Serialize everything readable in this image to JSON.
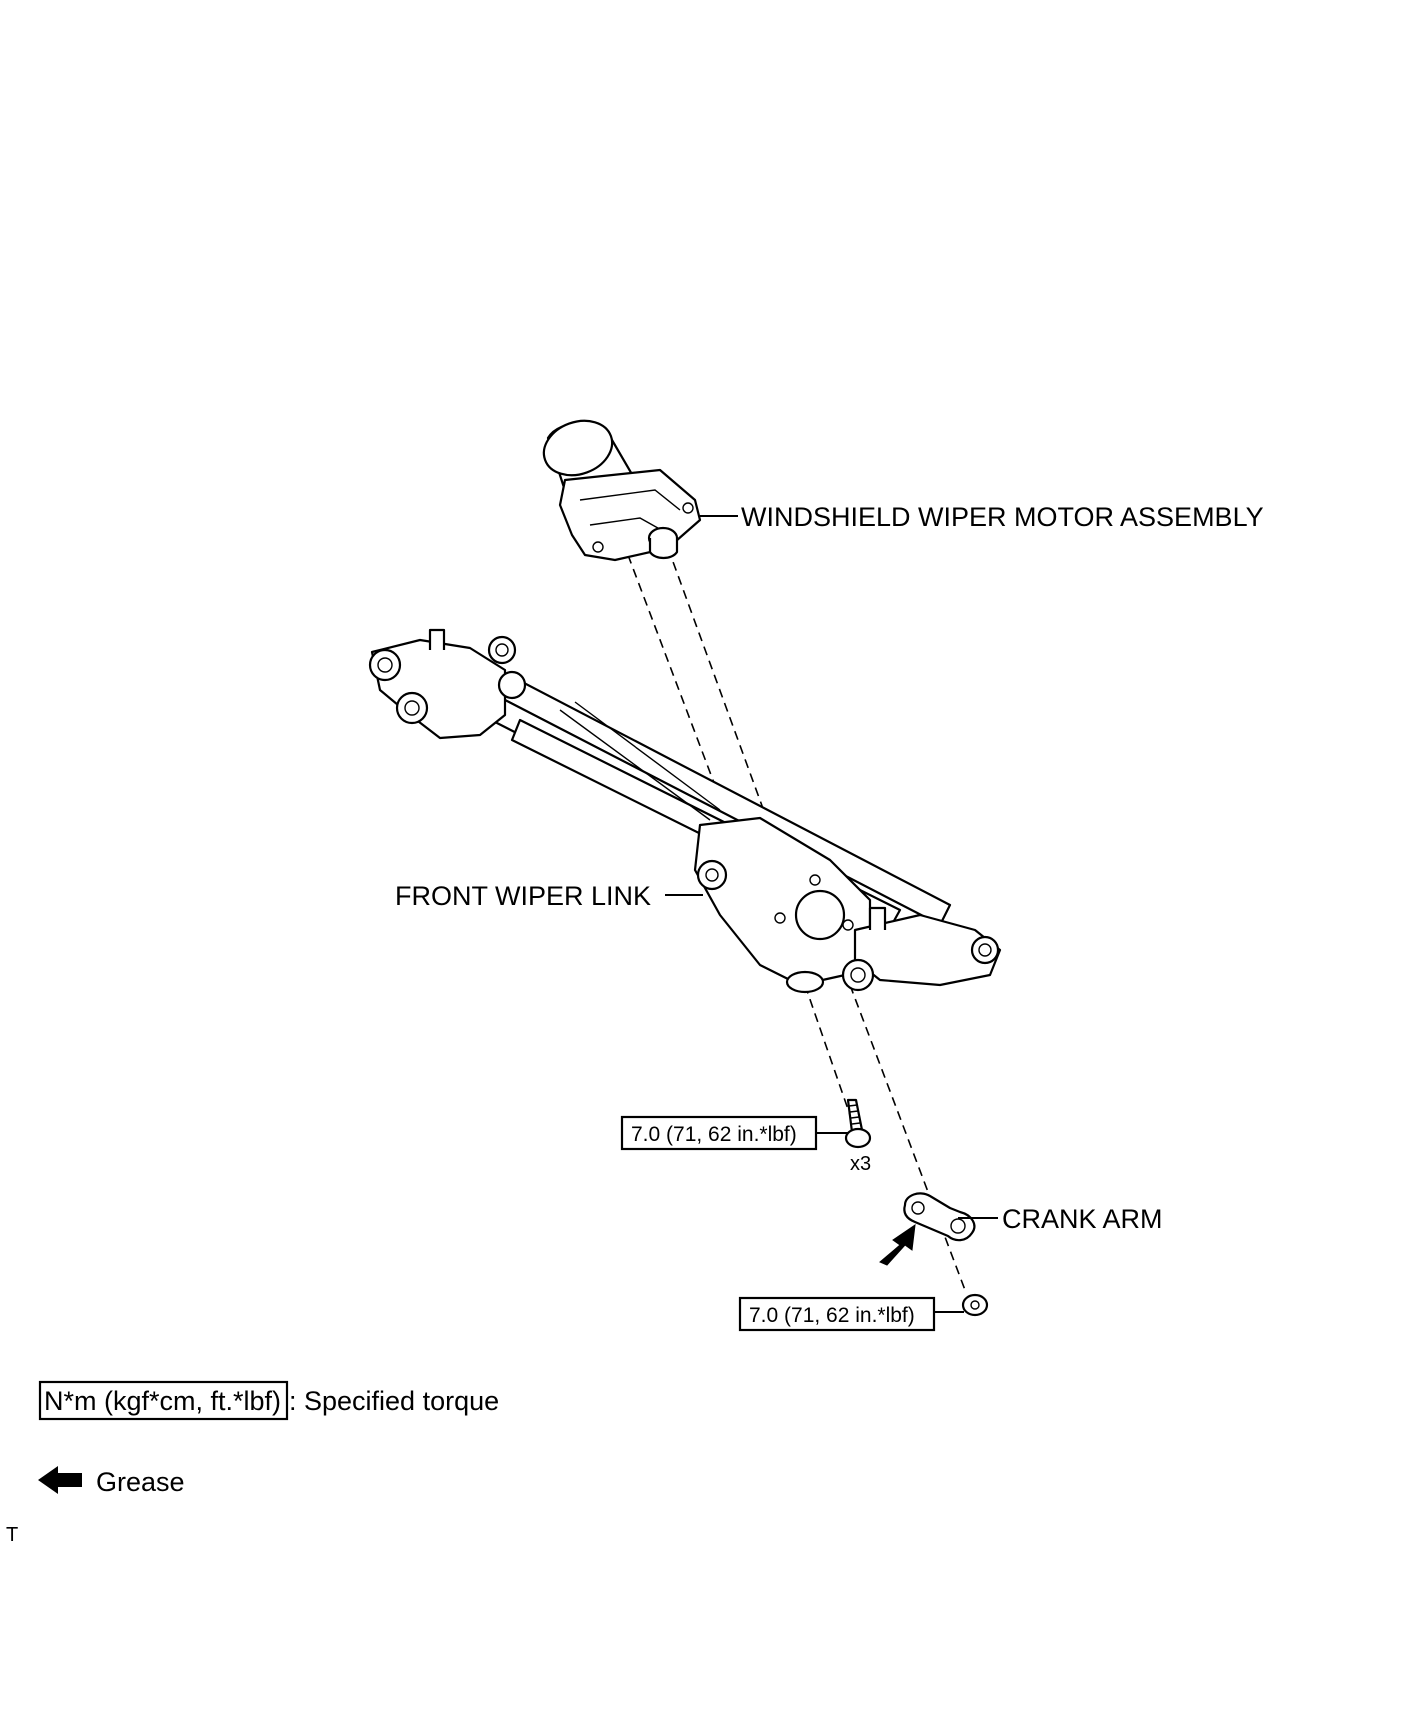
{
  "labels": {
    "motor": "WINDSHIELD WIPER MOTOR ASSEMBLY",
    "link": "FRONT WIPER LINK",
    "crank": "CRANK ARM"
  },
  "torque": {
    "bolt": "7.0 (71, 62 in.*lbf)",
    "nut": "7.0 (71, 62 in.*lbf)",
    "bolt_qty": "x3"
  },
  "legend": {
    "torque_unit": "N*m (kgf*cm, ft.*lbf)",
    "torque_desc": ": Specified torque",
    "grease": "Grease"
  },
  "corner_mark": "T",
  "icons": [
    "grease-arrow-icon",
    "bolt-icon",
    "nut-icon"
  ],
  "colors": {
    "ink": "#000000",
    "paper": "#ffffff"
  }
}
